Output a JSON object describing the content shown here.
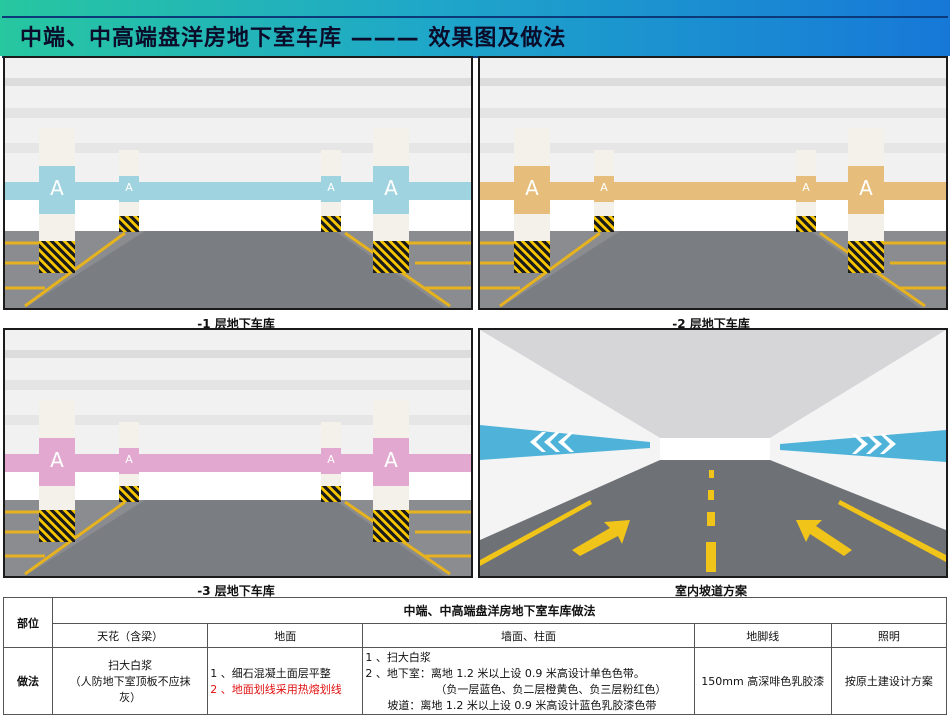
{
  "header": {
    "title": "中端、中高端盘洋房地下室车库  ———  效果图及做法"
  },
  "panels": [
    {
      "caption": "-1 层地下车库",
      "band_color": "#9fd3df",
      "letter": "A"
    },
    {
      "caption": "-2 层地下车库",
      "band_color": "#e6bd7a",
      "letter": "A"
    },
    {
      "caption": "-3 层地下车库",
      "band_color": "#e2a8cf",
      "letter": "A"
    },
    {
      "caption": "室内坡道方案"
    }
  ],
  "table": {
    "row_header_part": "部位",
    "row_header_method": "做法",
    "main_title": "中端、中高端盘洋房地下室车库做法",
    "columns": [
      "天花（含梁）",
      "地面",
      "墙面、柱面",
      "地脚线",
      "照明"
    ],
    "ceiling": [
      "扫大白浆",
      "（人防地下室顶板不应抹",
      "灰）"
    ],
    "floor": [
      "1 、细石混凝土面层平整",
      "2 、地面划线采用热熔划线"
    ],
    "wall": [
      "1 、扫大白浆",
      "2 、地下室：离地 1.2 米以上设 0.9 米高设计单色色带。",
      "（负一层蓝色、负二层橙黄色、负三层粉红色）",
      "坡道：离地 1.2 米以上设 0.9 米高设计蓝色乳胶漆色带"
    ],
    "baseboard": "150mm 高深啡色乳胶漆",
    "lighting": "按原土建设计方案"
  }
}
